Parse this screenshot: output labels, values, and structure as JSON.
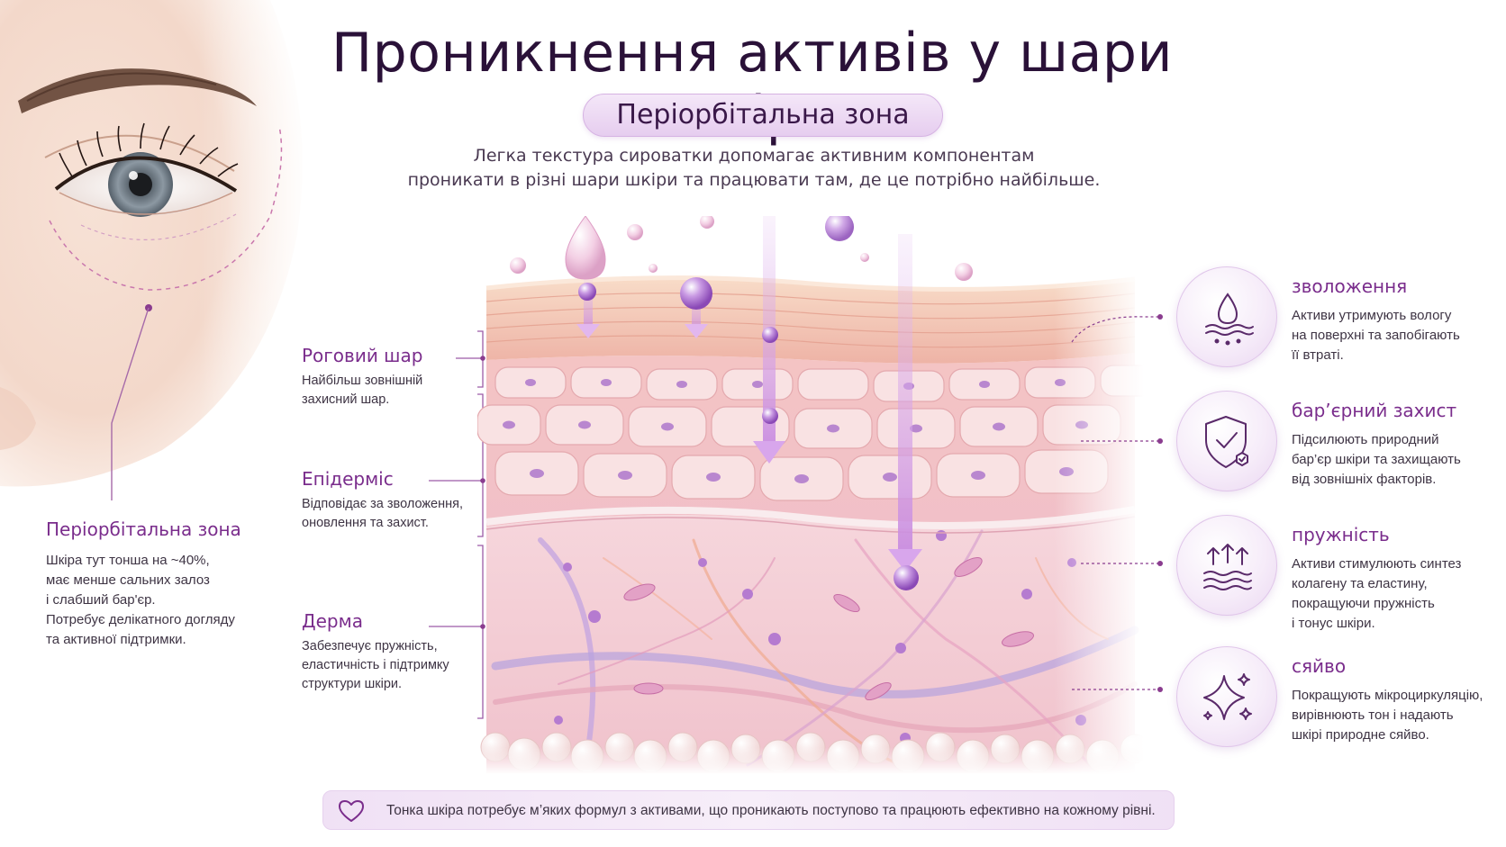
{
  "header": {
    "title": "Проникнення активів у шари шкіри",
    "zone_pill": "Періорбітальна зона",
    "subtitle_line1": "Легка текстура сироватки допомагає активним компонентам",
    "subtitle_line2": "проникати в різні шари шкіри та працювати там, де це потрібно найбільше."
  },
  "periorbital": {
    "heading": "Періорбітальна зона",
    "lines": [
      "Шкіра тут тонша на ~40%,",
      "має менше сальних залоз",
      "і слабший бар'єр.",
      "Потребує делікатного догляду",
      "та активної підтримки."
    ]
  },
  "layers": [
    {
      "name": "Роговий шар",
      "lines": [
        "Найбільш зовнішній",
        "захисний шар."
      ]
    },
    {
      "name": "Епідерміс",
      "lines": [
        "Відповідає за зволоження,",
        "оновлення та захист."
      ]
    },
    {
      "name": "Дерма",
      "lines": [
        "Забезпечує пружність,",
        "еластичність і підтримку",
        "структури шкіри."
      ]
    }
  ],
  "benefits": [
    {
      "title": "зволоження",
      "icon": "water-drop-icon",
      "lines": [
        "Активи утримують вологу",
        "на поверхні та запобігають",
        "її втраті."
      ]
    },
    {
      "title": "бар’єрний захист",
      "icon": "shield-check-icon",
      "lines": [
        "Підсилюють природний",
        "бар’єр шкіри та захищають",
        "від зовнішніх факторів."
      ]
    },
    {
      "title": "пружність",
      "icon": "arrows-up-waves-icon",
      "lines": [
        "Активи стимулюють синтез",
        "колагену та еластину,",
        "покращуючи пружність",
        "і тонус шкіри."
      ]
    },
    {
      "title": "сяйво",
      "icon": "sparkle-icon",
      "lines": [
        "Покращують мікроциркуляцію,",
        "вирівнюють тон і надають",
        "шкірі природне сяйво."
      ]
    }
  ],
  "footer": {
    "icon": "heart-icon",
    "text": "Тонка шкіра потребує м’яких формул з активами, що проникають поступово та працюють ефективно на кожному рівні."
  },
  "colors": {
    "accent": "#7a2d8c",
    "title": "#2a1138",
    "pill_bg": "#ecd9f2",
    "skin_surface": "#f2c3b8",
    "skin_cells": "#f7d6da",
    "dermis": "#f4cad2",
    "active_purple": "#a463c9"
  }
}
